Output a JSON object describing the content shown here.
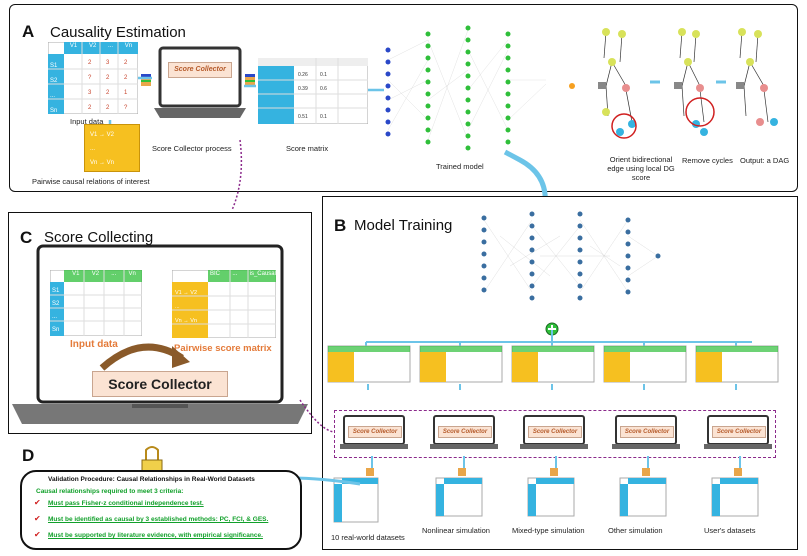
{
  "panelA": {
    "letter": "A",
    "title": "Causality Estimation",
    "caption_input": "Input data",
    "caption_pairwise": "Pairwise causal relations of interest",
    "caption_collector": "Score Collector process",
    "caption_matrix": "Score matrix",
    "caption_trained": "Trained model",
    "caption_orient": "Orient bidirectional edge using local DG score",
    "caption_remove": "Remove cycles",
    "caption_output": "Output: a DAG",
    "score_collector_label": "Score Collector",
    "table_header": [
      "V1",
      "V2",
      "...",
      "Vn"
    ],
    "table_rows": [
      "S1",
      "S2",
      "...",
      "Sn"
    ],
    "pairs": [
      "V1 → V2",
      "...",
      "Vn → Vn"
    ]
  },
  "panelB": {
    "letter": "B",
    "title": "Model Training",
    "score_collector_label": "Score Collector",
    "caption_real": "10 real-world datasets",
    "caption_nonlinear": "Nonlinear simulation",
    "caption_mixed": "Mixed-type simulation",
    "caption_other": "Other simulation",
    "caption_user": "User's datasets"
  },
  "panelC": {
    "letter": "C",
    "title": "Score Collecting",
    "caption_input": "Input data",
    "caption_pairwise": "Pairwise score matrix",
    "score_collector_label": "Score Collector",
    "table_header": [
      "V1",
      "V2",
      "...",
      "Vn"
    ],
    "table_rows": [
      "S1",
      "S2",
      "...",
      "Sn"
    ],
    "matrix_header": [
      "BIC",
      "...",
      "is_Causal"
    ],
    "pairs": [
      "V1 → V2",
      "...",
      "Vn → Vn"
    ]
  },
  "panelD": {
    "letter": "D",
    "title": "Validation Procedure: Causal Relationships in Real-World Datasets",
    "subtitle": "Causal relationships required to meet 3 criteria:",
    "criteria": [
      "Must pass Fisher-z conditional independence test.",
      "Must be identified as causal by 3 established methods: PC, FCI, & GES.",
      "Must be supported by literature evidence, with empirical significance."
    ]
  },
  "colors": {
    "teal": "#35b3e0",
    "yellow": "#f6c020",
    "green_node": "#2fbf3a",
    "blue_node": "#2a48c8",
    "arrow": "#6cc4e8",
    "dotted": "#8b2a8b",
    "salmon": "#e88e8e",
    "green_text": "#11a02a",
    "check": "#d02020"
  },
  "icons": [
    "laptop-icon",
    "database-icon",
    "binder-clip-icon",
    "check-icon",
    "plus-icon"
  ]
}
